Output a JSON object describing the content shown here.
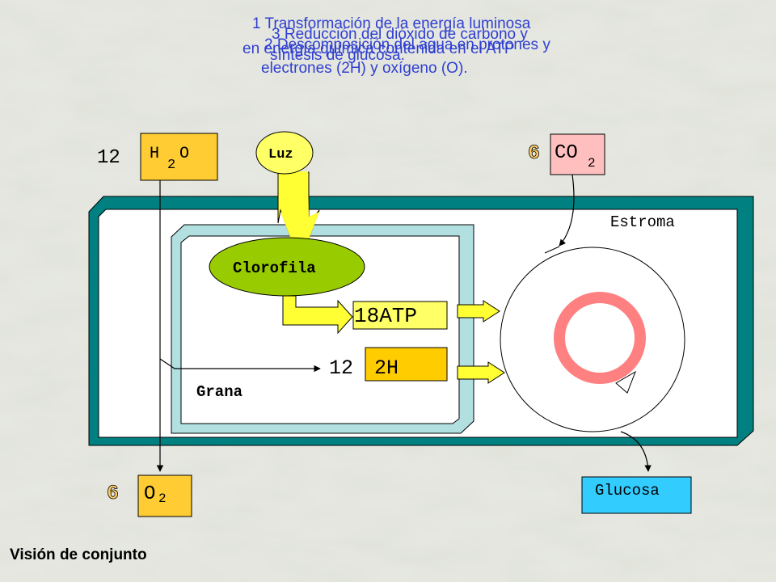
{
  "overlay_texts": {
    "step1_line1": "1 Transformación de la energía luminosa",
    "step1_line2": "en energía química contenida en el ATP",
    "step2_line1": "2 Descomposición del agua en protones y",
    "step2_line2": "electrones (2H) y oxígeno (O).",
    "step3_line1": "3 Reducción del dióxido de carbono y",
    "step3_line2": "síntesis de glucosa."
  },
  "inputs": {
    "water_coef": "12",
    "water_formula_h": "H",
    "water_formula_sub": "2",
    "water_formula_o": "O",
    "light_label": "Luz",
    "co2_coef": "6",
    "co2_formula": "CO",
    "co2_sub": "2"
  },
  "chloroplast": {
    "stroma_label": "Estroma",
    "grana_label": "Grana",
    "chlorophyll_label": "Clorofila",
    "atp_label": "18ATP",
    "h_coef": "12",
    "h_label": "2H"
  },
  "outputs": {
    "o2_coef": "6",
    "o2_formula": "O",
    "o2_sub": "2",
    "glucose_label": "Glucosa"
  },
  "footer": {
    "caption": "Visión de conjunto"
  },
  "colors": {
    "water_box": "#ffcc33",
    "co2_box": "#ffbfbf",
    "o2_box": "#ffcc33",
    "glucose_box": "#33ccff",
    "chloroplast_border": "#008080",
    "grana_border": "#b2dfe0",
    "chlorophyll": "#99cc00",
    "atp_box": "#ffff66",
    "h_box": "#ffcc00",
    "calvin_ring": "#ff8080",
    "arrow_yellow": "#ffff33",
    "overlay_text": "#2f3fd1"
  }
}
